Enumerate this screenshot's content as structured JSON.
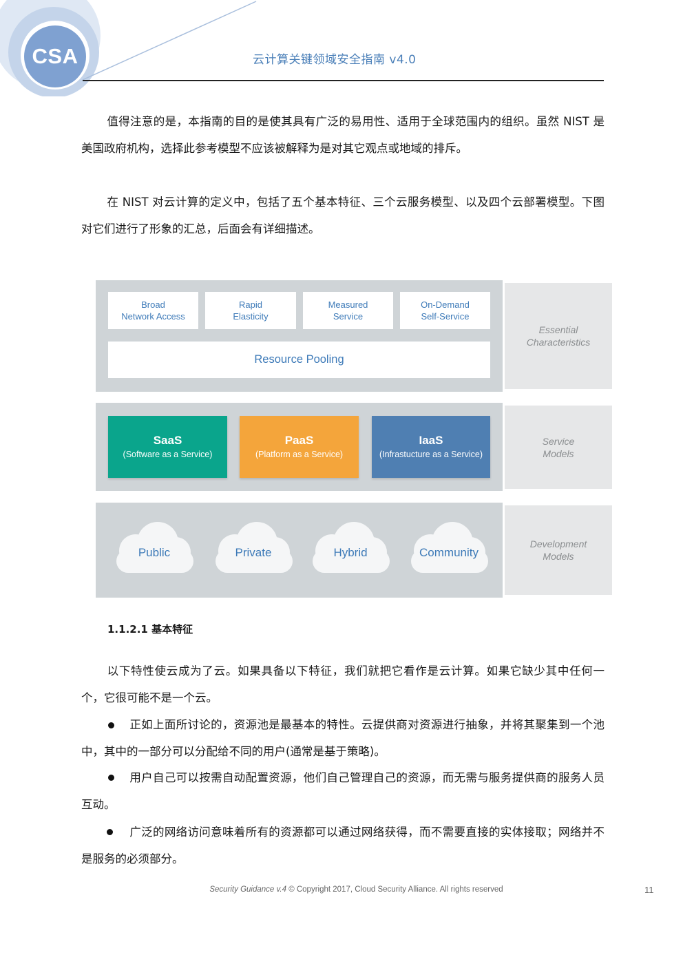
{
  "header": {
    "logo_text": "CSA",
    "title": "云计算关键领域安全指南 v4.0"
  },
  "paragraphs": [
    "值得注意的是，本指南的目的是使其具有广泛的易用性、适用于全球范围内的组织。虽然 NIST 是美国政府机构，选择此参考模型不应该被解释为是对其它观点或地域的排斥。",
    "在 NIST 对云计算的定义中，包括了五个基本特征、三个云服务模型、以及四个云部署模型。下图对它们进行了形象的汇总，后面会有详细描述。"
  ],
  "diagram": {
    "characteristics": [
      {
        "line1": "Broad",
        "line2": "Network Access"
      },
      {
        "line1": "Rapid",
        "line2": "Elasticity"
      },
      {
        "line1": "Measured",
        "line2": "Service"
      },
      {
        "line1": "On-Demand",
        "line2": "Self-Service"
      }
    ],
    "pooling": "Resource Pooling",
    "service_models": [
      {
        "title": "SaaS",
        "subtitle": "(Software as a Service)",
        "color": "#0aa58c"
      },
      {
        "title": "PaaS",
        "subtitle": "(Platform as a Service)",
        "color": "#f4a53b"
      },
      {
        "title": "IaaS",
        "subtitle": "(Infrastucture as a Service)",
        "color": "#4f7fb2"
      }
    ],
    "deployment_models": [
      "Public",
      "Private",
      "Hybrid",
      "Community"
    ],
    "side_labels": {
      "essential": {
        "line1": "Essential",
        "line2": "Characteristics"
      },
      "service": {
        "line1": "Service",
        "line2": "Models"
      },
      "development": {
        "line1": "Development",
        "line2": "Models"
      }
    }
  },
  "section": {
    "heading": "1.1.2.1 基本特征",
    "intro": "以下特性使云成为了云。如果具备以下特征，我们就把它看作是云计算。如果它缺少其中任何一个，它很可能不是一个云。",
    "bullets": [
      "正如上面所讨论的，资源池是最基本的特性。云提供商对资源进行抽象，并将其聚集到一个池中，其中的一部分可以分配给不同的用户(通常是基于策略)。",
      "用户自己可以按需自动配置资源，他们自己管理自己的资源，而无需与服务提供商的服务人员互动。",
      "广泛的网络访问意味着所有的资源都可以通过网络获得，而不需要直接的实体接取；网络并不是服务的必须部分。"
    ]
  },
  "footer": {
    "guidance": "Security Guidance v.4",
    "copyright": "© Copyright 2017, Cloud Security Alliance. All rights reserved",
    "page": "11"
  }
}
